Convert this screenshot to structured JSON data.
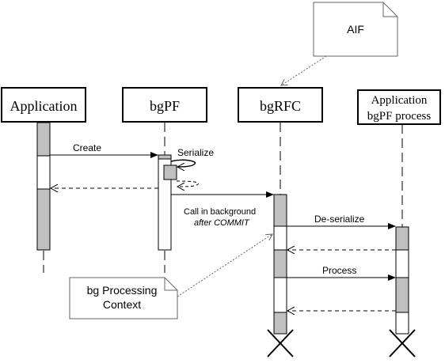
{
  "participants": {
    "application": "Application",
    "bgpf": "bgPF",
    "bgrfc": "bgRFC",
    "app_process_line1": "Application",
    "app_process_line2": "bgPF process"
  },
  "notes": {
    "aif": "AIF",
    "context_line1": "bg Processing",
    "context_line2": "Context"
  },
  "messages": {
    "create": "Create",
    "serialize": "Serialize",
    "call_line1": "Call in background",
    "call_line2": "after COMMIT",
    "deserialize": "De-serialize",
    "process": "Process"
  },
  "colors": {
    "activation_fill": "#c0c0c0",
    "line": "#000000",
    "note_border": "#666666"
  }
}
